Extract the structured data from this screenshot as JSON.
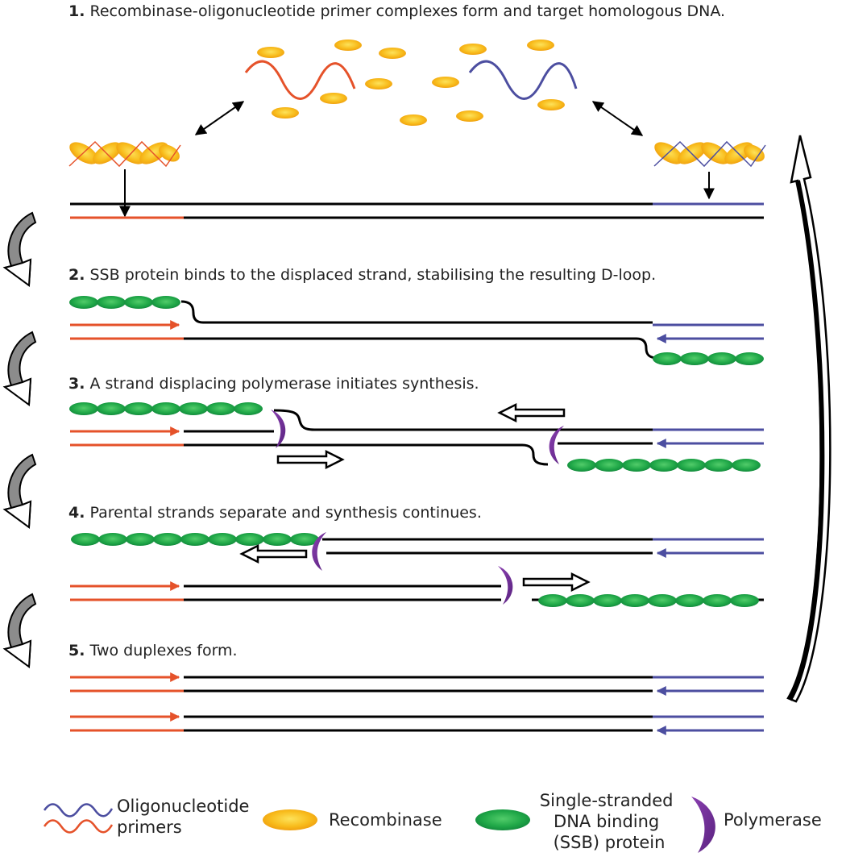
{
  "steps": [
    {
      "number": "1.",
      "text": "Recombinase-oligonucleotide primer complexes form and target homologous DNA."
    },
    {
      "number": "2.",
      "text": "SSB protein binds to the displaced strand, stabilising the resulting D-loop."
    },
    {
      "number": "3.",
      "text": "A strand displacing polymerase initiates synthesis."
    },
    {
      "number": "4.",
      "text": "Parental strands separate and synthesis continues."
    },
    {
      "number": "5.",
      "text": "Two duplexes form."
    }
  ],
  "legend": {
    "primers": [
      "Oligonucleotide",
      "primers"
    ],
    "recombinase": "Recombinase",
    "ssb": [
      "Single-stranded",
      "DNA binding",
      "(SSB) protein"
    ],
    "polymerase": "Polymerase"
  },
  "colors": {
    "forward_primer": "#e5522a",
    "reverse_primer": "#4c4ea0",
    "dna": "#000000",
    "recombinase": "#f6b415",
    "ssb": "#1ea84a",
    "polymerase": "#6a2d8f",
    "cycle_arrow": "#8c8c8c"
  },
  "icons": [
    "recombinase-icon",
    "ssb-protein-icon",
    "polymerase-icon",
    "synthesis-direction-arrow",
    "cycle-arrow-icon"
  ]
}
